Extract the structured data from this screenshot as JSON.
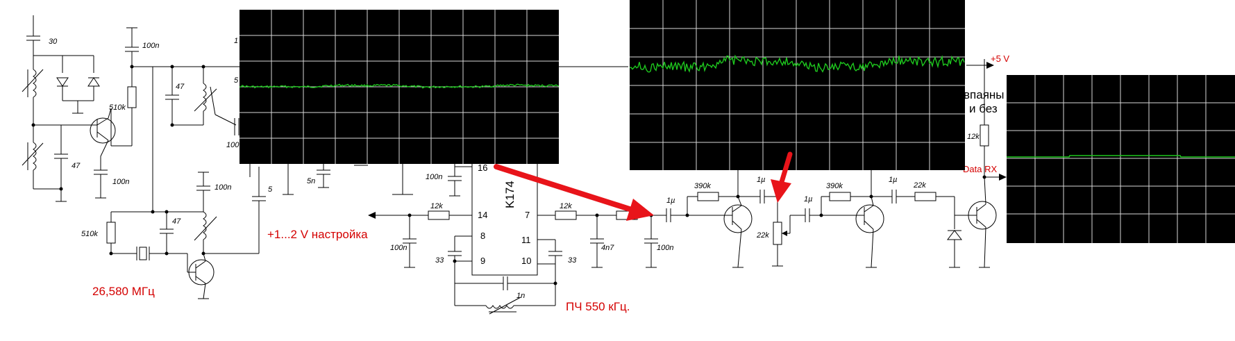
{
  "schematic": {
    "component_labels": {
      "c30": "30",
      "c100n_top": "100n",
      "r510k_top": "510k",
      "c47_a": "47",
      "c47_b": "47",
      "c100n_a": "100n",
      "c100n_mid": "100n",
      "c100_cut": "100",
      "c5": "5",
      "c47_c": "47",
      "r510k_bot": "510k",
      "c5n": "5n",
      "c100n_pin16": "100n",
      "c100n_left": "100n",
      "r12k_in": "12k",
      "c33_left": "33",
      "r12k_out": "12k",
      "c4n7": "4n7",
      "c100n_right": "100n",
      "c1n": "1n",
      "c33_right": "33",
      "c1u_a": "1µ",
      "r390k_a": "390k",
      "c1u_b": "1µ",
      "pot22k": "22k",
      "c1u_c": "1µ",
      "r390k_b": "390k",
      "c1u_d": "1µ",
      "r22k": "22k",
      "r12k_pullup": "12k",
      "one_cut": "1",
      "five_cut": "5"
    },
    "chip": {
      "name": "K174",
      "pins": {
        "p16": "16",
        "p14": "14",
        "p7": "7",
        "p8": "8",
        "p11": "11",
        "p9": "9",
        "p10": "10"
      }
    },
    "annotations": {
      "crystal_freq": "26,580 МГц",
      "tuning": "+1...2 V настройка",
      "if_freq": "ПЧ 550 кГц.",
      "supply": "+5 V",
      "data_out": "Data RX",
      "partial_text_1": "впаяны",
      "partial_text_2": "и без"
    },
    "colors": {
      "annotation": "#d40000",
      "arrow": "#e8141a",
      "trace": "#1ec81e",
      "scope_bg": "#000000",
      "scope_grid": "#d8d8d8"
    }
  }
}
